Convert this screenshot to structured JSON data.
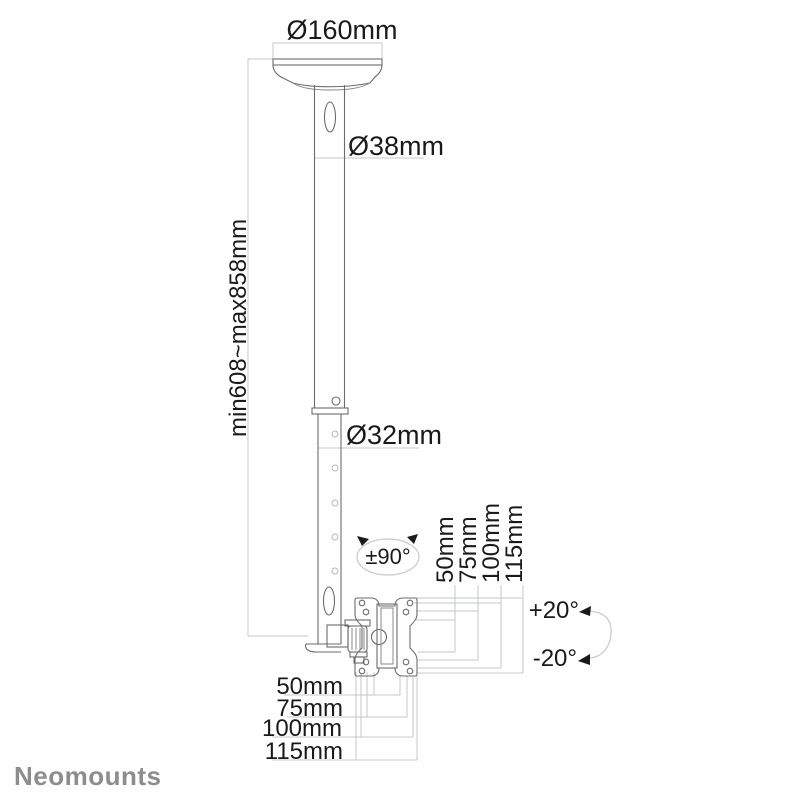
{
  "diagram": {
    "title_context": "ceiling-mount-dimension-drawing",
    "ceiling_plate_diameter": "Ø160mm",
    "upper_tube_diameter": "Ø38mm",
    "lower_tube_diameter": "Ø32mm",
    "height_range": "min608~max858mm",
    "swivel_range": "±90°",
    "tilt_up": "+20°",
    "tilt_down": "-20°",
    "vesa_vertical_spacings": [
      "50mm",
      "75mm",
      "100mm",
      "115mm"
    ],
    "vesa_horizontal_spacings": [
      "50mm",
      "75mm",
      "100mm",
      "115mm"
    ]
  },
  "branding": {
    "logo_text": "Neomounts",
    "logo_color": "#8d8d8d"
  },
  "colors": {
    "background": "#ffffff",
    "product_outline": "#6b6b6b",
    "dimension_lines": "#c3c7ca",
    "label_text": "#1a1a1a"
  }
}
